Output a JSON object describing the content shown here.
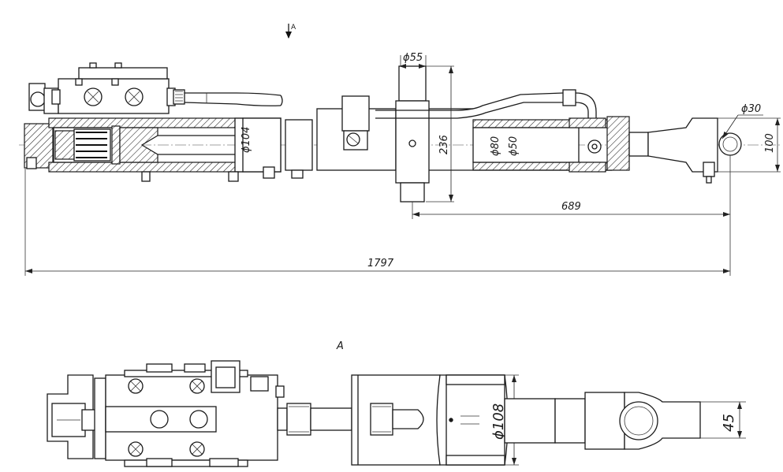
{
  "view_marker": "A",
  "section_label": "A",
  "dimensions": {
    "rod_diameter": "ϕ55",
    "trunnion_height": "236",
    "bore_diameter": "ϕ104",
    "piston_diameter": "ϕ80",
    "rod_inner_diameter": "ϕ50",
    "pin_diameter": "ϕ30",
    "eye_height": "100",
    "trunnion_to_eye": "689",
    "overall_length": "1797",
    "collar_diameter": "ϕ108",
    "fork_width": "45"
  }
}
